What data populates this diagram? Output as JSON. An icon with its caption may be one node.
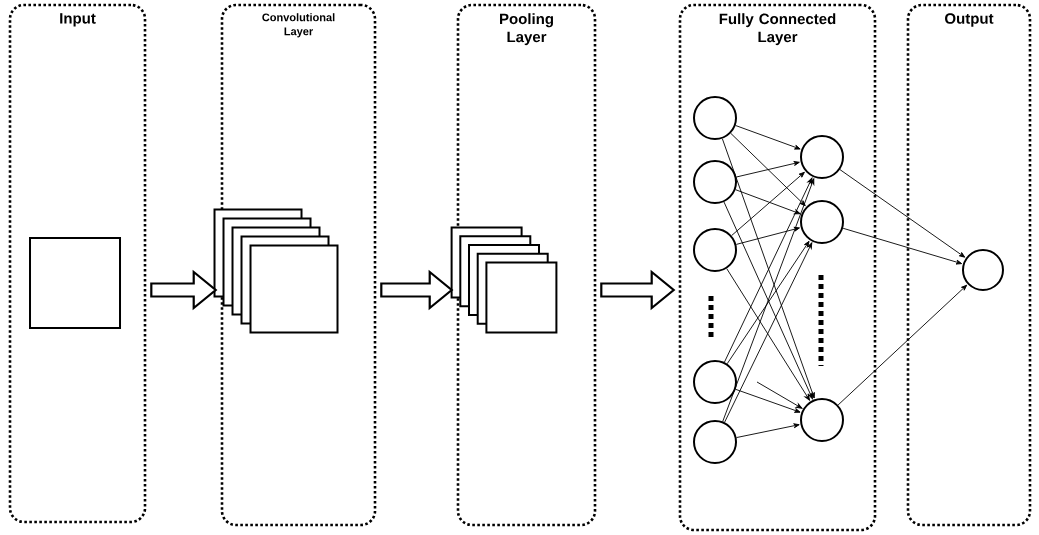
{
  "diagram": {
    "nodes": [
      {
        "text": [
          "Input"
        ]
      },
      {
        "text": [
          "Convolutional Layer"
        ]
      },
      {
        "text": [
          "Pooling Layer"
        ]
      },
      {
        "text": [
          "Fully Connected Layer"
        ]
      },
      {
        "text": [
          "Output"
        ]
      },
      {
        "text": [],
        "shape": "box",
        "in": 0
      },
      {
        "text": [],
        "shape": "stack",
        "in": 1
      },
      {
        "text": [],
        "shape": "stack",
        "in": 2
      },
      {
        "text": [],
        "shape": "circle",
        "in": 3
      },
      {
        "text": [],
        "shape": "circle",
        "in": 3
      },
      {
        "text": [],
        "shape": "circle",
        "in": 3
      },
      {
        "text": [],
        "shape": "circle",
        "in": 3
      },
      {
        "text": [],
        "shape": "circle",
        "in": 3
      },
      {
        "text": [],
        "shape": "circle",
        "in": 3
      },
      {
        "text": [],
        "shape": "circle",
        "in": 3
      },
      {
        "text": [],
        "shape": "circle",
        "in": 3
      },
      {
        "text": [],
        "shape": "circle",
        "in": 4
      }
    ],
    "edges": [
      {
        "from": 0,
        "to": 1,
        "arrow": "to"
      },
      {
        "from": 1,
        "to": 2,
        "arrow": "to"
      },
      {
        "from": 2,
        "to": 3,
        "arrow": "to"
      },
      {
        "from": 8,
        "to": 13,
        "arrow": "to"
      },
      {
        "from": 8,
        "to": 14,
        "arrow": "to"
      },
      {
        "from": 8,
        "to": 15,
        "arrow": "to"
      },
      {
        "from": 9,
        "to": 13,
        "arrow": "to"
      },
      {
        "from": 9,
        "to": 14,
        "arrow": "to"
      },
      {
        "from": 9,
        "to": 15,
        "arrow": "to"
      },
      {
        "from": 10,
        "to": 13,
        "arrow": "to"
      },
      {
        "from": 10,
        "to": 14,
        "arrow": "to"
      },
      {
        "from": 10,
        "to": 15,
        "arrow": "to"
      },
      {
        "from": 11,
        "to": 13,
        "arrow": "to"
      },
      {
        "from": 11,
        "to": 14,
        "arrow": "to"
      },
      {
        "from": 11,
        "to": 15,
        "arrow": "to"
      },
      {
        "from": 12,
        "to": 13,
        "arrow": "to"
      },
      {
        "from": 12,
        "to": 14,
        "arrow": "to"
      },
      {
        "from": 12,
        "to": 15,
        "arrow": "to"
      },
      {
        "from": 13,
        "to": 16,
        "arrow": "to"
      },
      {
        "from": 14,
        "to": 16,
        "arrow": "to"
      },
      {
        "from": 15,
        "to": 16,
        "arrow": "to"
      },
      {
        "from": null,
        "to": 15,
        "arrow": "to"
      }
    ]
  }
}
